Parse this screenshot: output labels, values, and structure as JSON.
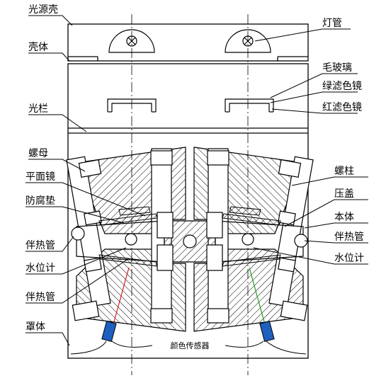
{
  "labels": {
    "left": {
      "light_source_shell": "光源壳",
      "shell": "壳体",
      "light_bar": "光栏",
      "nut": "螺母",
      "flat_mirror": "平面镜",
      "anticorrosion_pad": "防腐垫",
      "heat_tracing_tube_1": "伴热管",
      "level_gauge": "水位计",
      "heat_tracing_tube_2": "伴热管",
      "cover_body": "罩体"
    },
    "right": {
      "lamp_tube": "灯管",
      "frosted_glass": "毛玻璃",
      "green_filter": "绿滤色镜",
      "red_filter": "红滤色镜",
      "stud": "螺柱",
      "gland": "压盖",
      "body": "本体",
      "heat_tracing_tube": "伴热管",
      "level_gauge": "水位计"
    },
    "bottom": {
      "color_sensor": "颜色传感器"
    }
  },
  "colors": {
    "line": "#000000",
    "hatch": "#000000",
    "sensor": "#1f5fbf",
    "red_beam": "#d62020",
    "green_beam": "#20a020"
  }
}
